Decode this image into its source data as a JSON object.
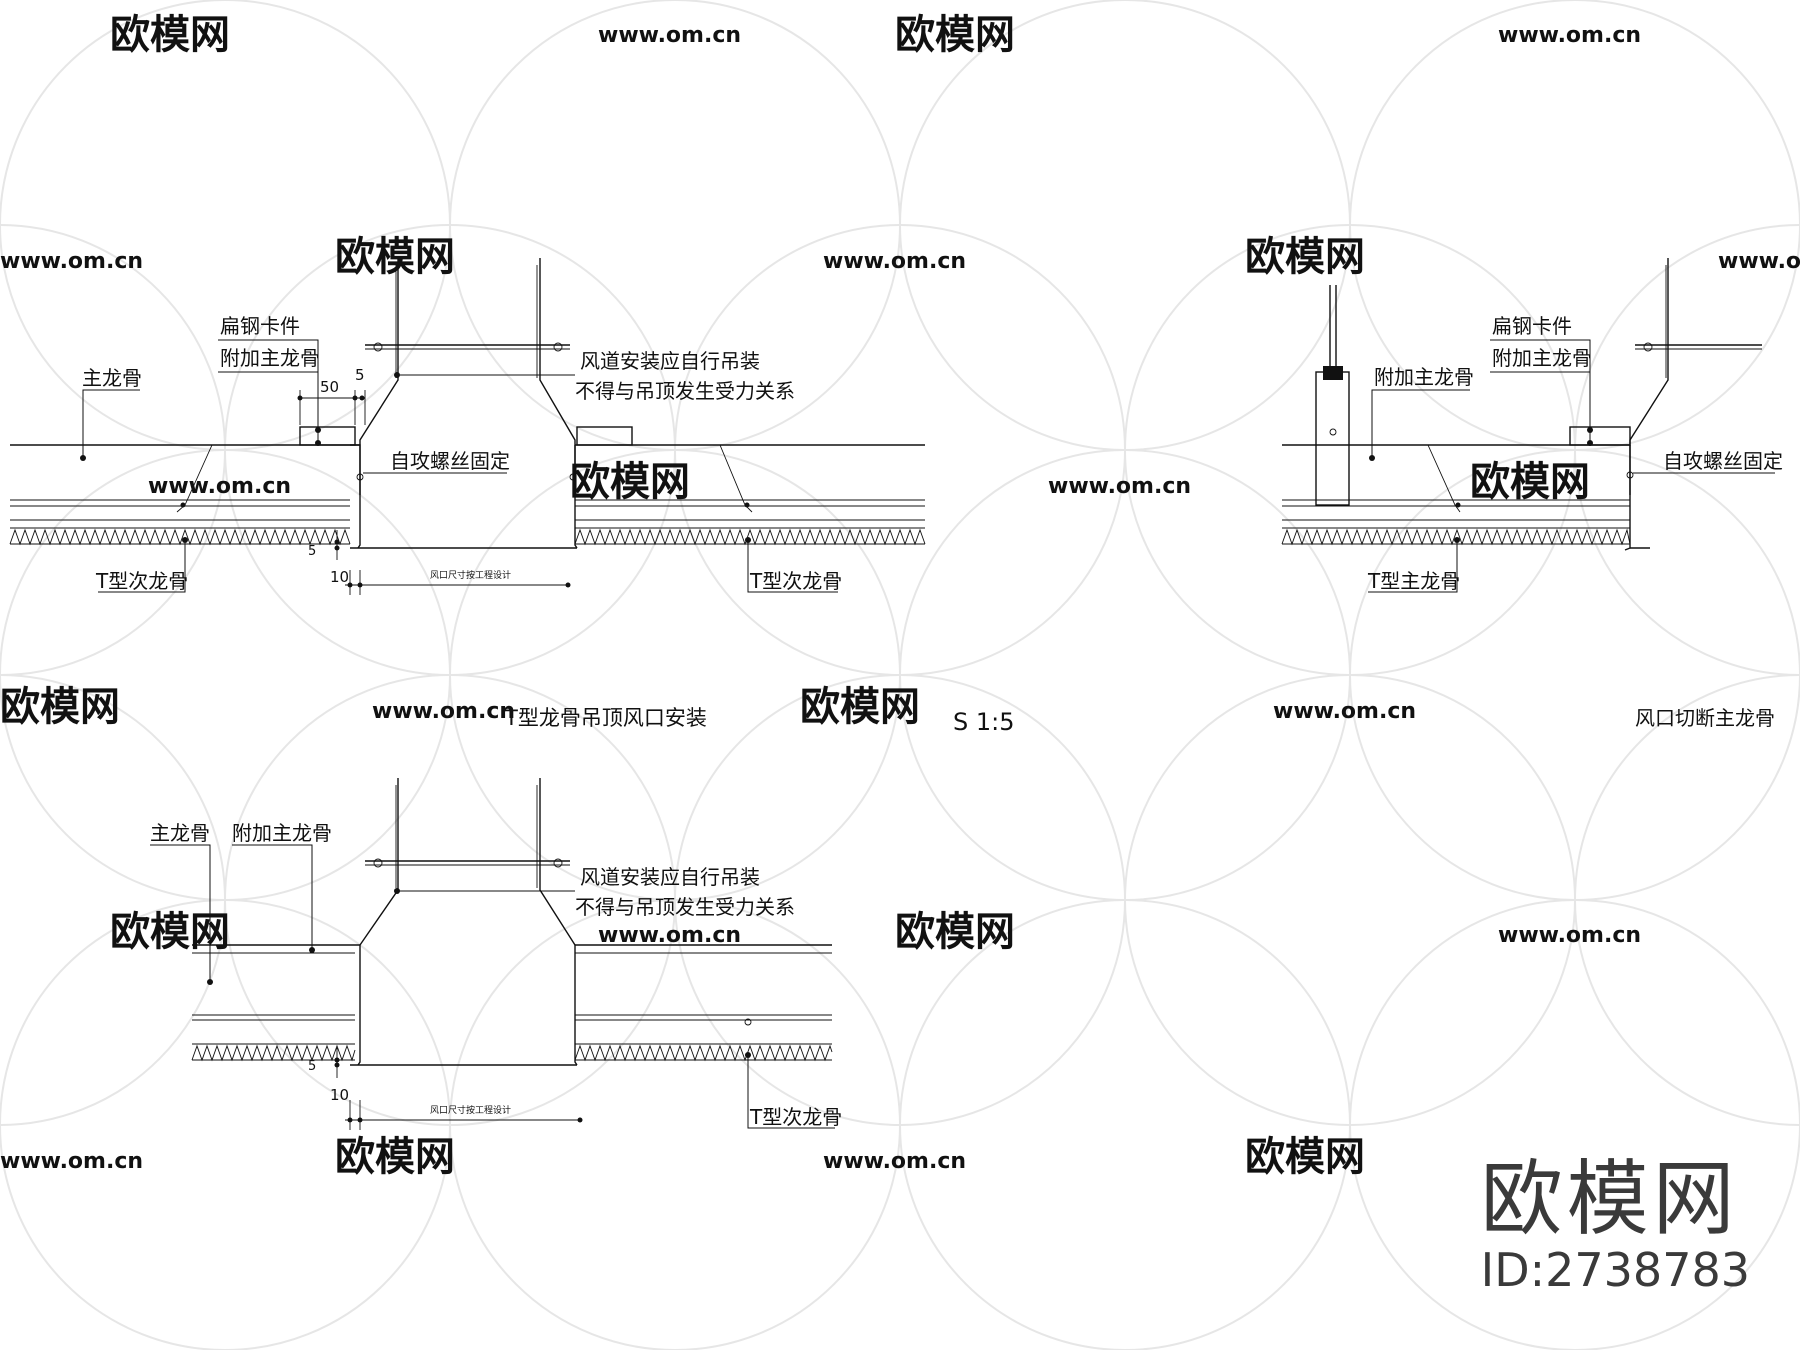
{
  "labels": {
    "main_keel": "主龙骨",
    "flat_steel_clip": "扁钢卡件",
    "additional_main_keel": "附加主龙骨",
    "duct_note_line1": "风道安装应自行吊装",
    "duct_note_line2": "不得与吊顶发生受力关系",
    "self_tapping_screw": "自攻螺丝固定",
    "t_secondary_keel": "T型次龙骨",
    "t_main_keel": "T型主龙骨",
    "vent_size_note": "风口尺寸按工程设计"
  },
  "dimensions": {
    "d50": "50",
    "d5": "5",
    "d10": "10"
  },
  "titles": {
    "detail_1": "T型龙骨吊顶风口安装",
    "scale": "S 1:5",
    "detail_2": "风口切断主龙骨"
  },
  "watermark": {
    "logo_text": "欧模网",
    "site_text": "www.om.cn"
  },
  "brand": {
    "name": "欧模网",
    "id": "ID:2738783"
  },
  "colors": {
    "line": "#111111",
    "watermark": "#d9d9d9",
    "brand": "#3a3a3a"
  }
}
